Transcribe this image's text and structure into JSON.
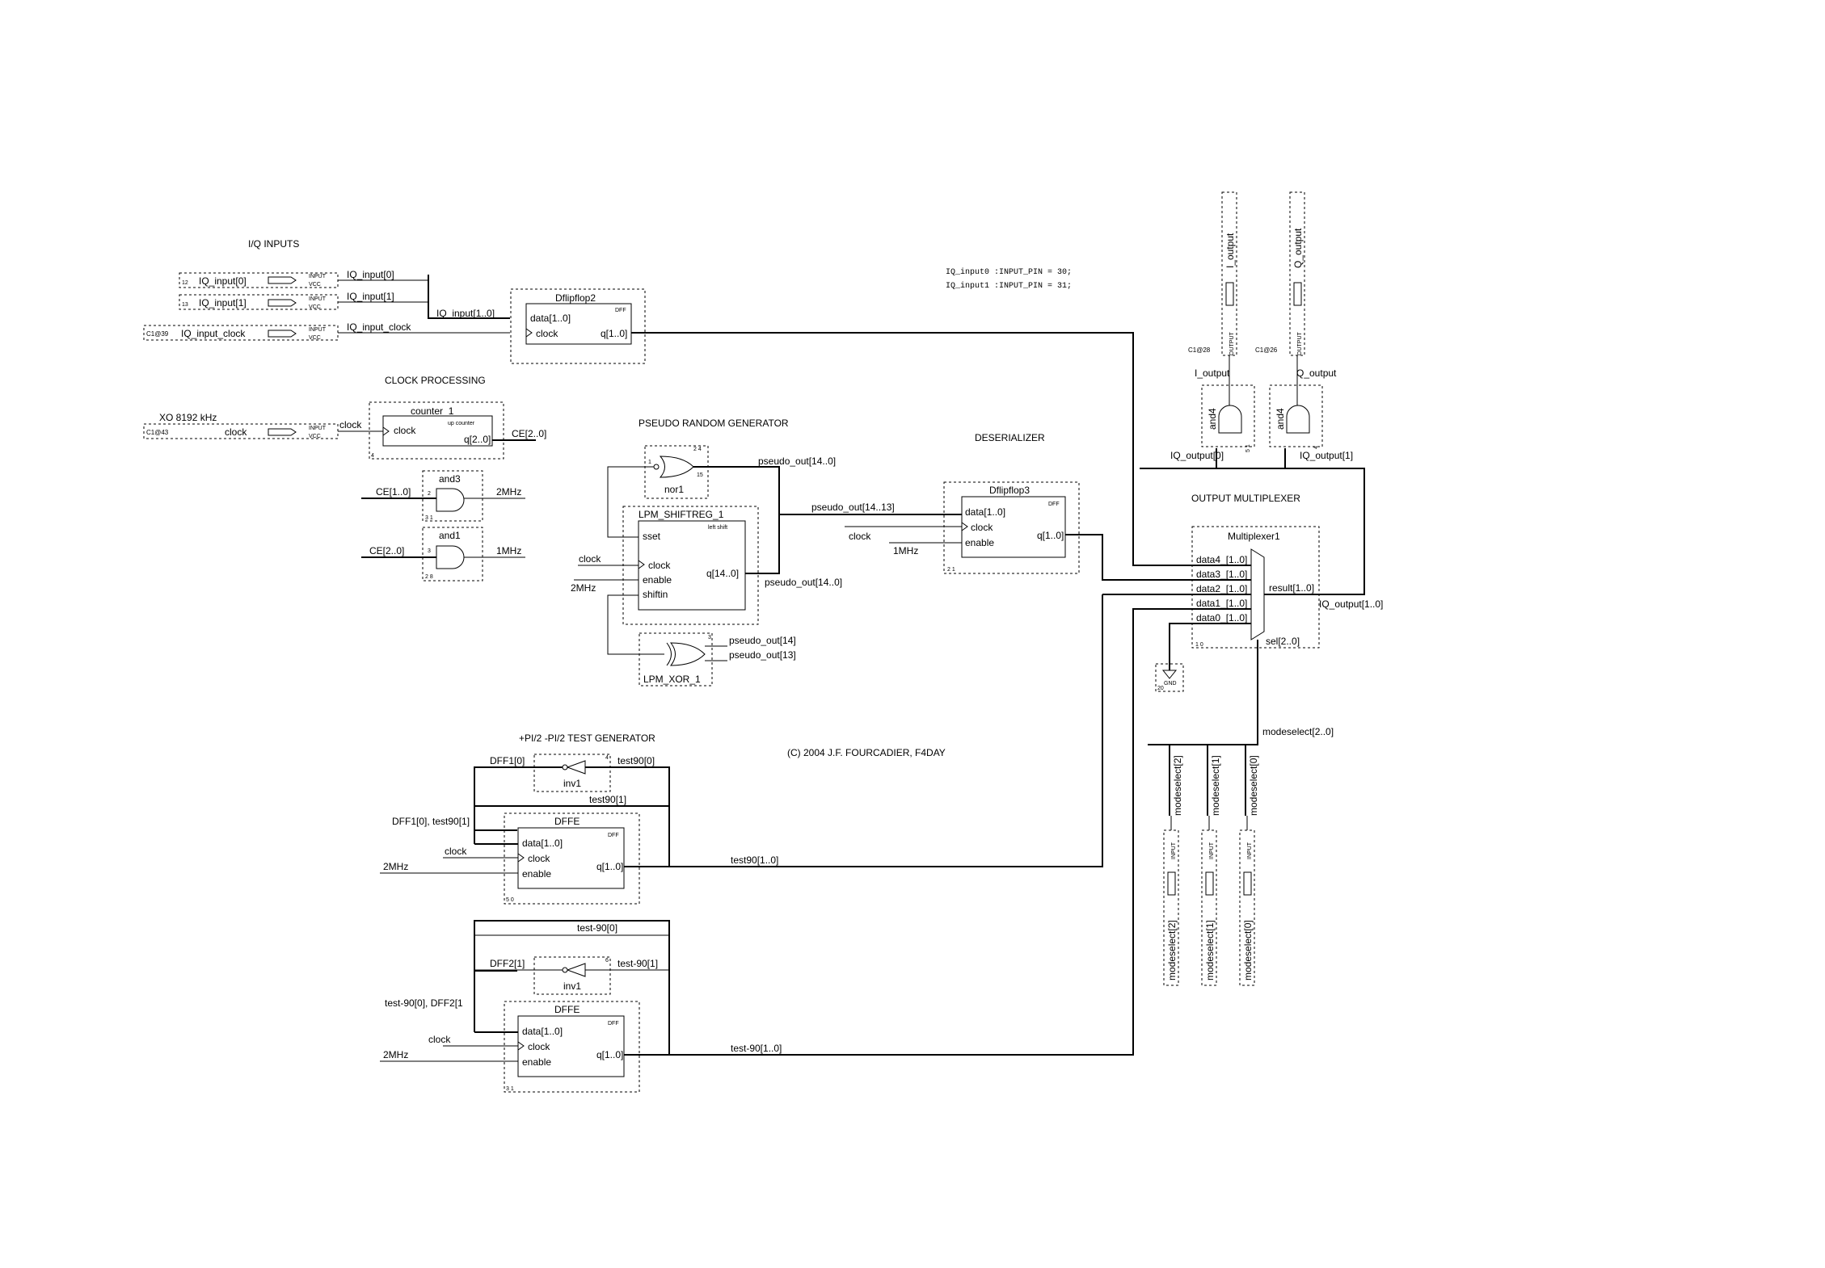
{
  "sections": {
    "iq_inputs": "I/Q INPUTS",
    "clock_processing": "CLOCK PROCESSING",
    "pseudo_random": "PSEUDO RANDOM GENERATOR",
    "deserializer": "DESERIALIZER",
    "output_mux": "OUTPUT MULTIPLEXER",
    "test_gen": "+PI/2 -PI/2 TEST GENERATOR",
    "copyright": "(C) 2004  J.F. FOURCADIER,  F4DAY"
  },
  "assignments": [
    "IQ_input0 :INPUT_PIN = 30;",
    "IQ_input1 :INPUT_PIN = 31;"
  ],
  "inputs": {
    "pin12": "12",
    "pin13": "13",
    "pin39": "C1@39",
    "pin43": "C1@43",
    "iq0": "IQ_input[0]",
    "iq1": "IQ_input[1]",
    "iqclk": "IQ_input_clock",
    "clock": "clock",
    "input_tag": "INPUT",
    "vcc_tag": "VCC",
    "xo": "XO 8192 kHz"
  },
  "nets": {
    "iq0": "IQ_input[0]",
    "iq1": "IQ_input[1]",
    "iq_bus": "IQ_input[1..0]",
    "iqclk": "IQ_input_clock",
    "clock_a": "clock",
    "ce": "CE[2..0]",
    "ce10": "CE[1..0]",
    "ce20": "CE[2..0]",
    "mhz2": "2MHz",
    "mhz1": "1MHz",
    "po": "pseudo_out[14..0]",
    "po1413": "pseudo_out[14..13]",
    "po14": "pseudo_out[14]",
    "po13": "pseudo_out[13]",
    "clock_b": "clock",
    "mhz2_b": "2MHz",
    "clock_c": "clock",
    "mhz1_c": "1MHz",
    "result": "IQ_output[1..0]",
    "modesel": "modeselect[2..0]",
    "iqo0": "IQ_output[0]",
    "iqo1": "IQ_output[1]",
    "i_out": "I_output",
    "q_out": "Q_output",
    "dff1_0": "DFF1[0]",
    "t90_0": "test90[0]",
    "t90_1": "test90[1]",
    "dff1_t90": "DFF1[0], test90[1]",
    "clock_d": "clock",
    "mhz2_d": "2MHz",
    "t90": "test90[1..0]",
    "tm90_0": "test-90[0]",
    "dff2_1": "DFF2[1]",
    "tm90_1": "test-90[1]",
    "tm90_dff2": "test-90[0], DFF2[1",
    "clock_e": "clock",
    "mhz2_e": "2MHz",
    "tm90": "test-90[1..0]"
  },
  "blocks": {
    "dff2": {
      "name": "Dflipflop2",
      "tag": "DFF",
      "p1": "data[1..0]",
      "p2": "clock",
      "p3": "q[1..0]"
    },
    "counter": {
      "name": "counter_1",
      "tag": "up counter",
      "p1": "clock",
      "p2": "q[2..0]",
      "pin": "4"
    },
    "and3": {
      "name": "and3",
      "pin": "2",
      "pinb": "3 1"
    },
    "and1": {
      "name": "and1",
      "pin": "3",
      "pinb": "2 8"
    },
    "nor1": {
      "name": "nor1",
      "pin_a": "2 4",
      "pin_b": "1",
      "pin_c": "15"
    },
    "shiftreg": {
      "name": "LPM_SHIFTREG_1",
      "tag": "left shift",
      "p1": "sset",
      "p2": "clock",
      "p3": "enable",
      "p4": "shiftin",
      "p5": "q[14..0]"
    },
    "xor": {
      "name": "LPM_XOR_1",
      "pin": "3"
    },
    "dff3": {
      "name": "Dflipflop3",
      "tag": "DFF",
      "p1": "data[1..0]",
      "p2": "clock",
      "p3": "enable",
      "p4": "q[1..0]",
      "pin": "2 1"
    },
    "mux": {
      "name": "Multiplexer1",
      "d4": "data4_[1..0]",
      "d3": "data3_[1..0]",
      "d2": "data2_[1..0]",
      "d1": "data1_[1..0]",
      "d0": "data0_[1..0]",
      "result": "result[1..0]",
      "sel": "sel[2..0]",
      "pin": "1 0"
    },
    "gnd": {
      "label": "GND",
      "pin": "20"
    },
    "and4_a": {
      "name": "and4",
      "pin": "5 1"
    },
    "and4_b": {
      "name": "and4",
      "pin": "4"
    },
    "inv1_a": {
      "name": "inv1",
      "pin": "4"
    },
    "dffe_a": {
      "name": "DFFE",
      "tag": "DFF",
      "p1": "data[1..0]",
      "p2": "clock",
      "p3": "enable",
      "p4": "q[1..0]",
      "pin": "5 0"
    },
    "inv1_b": {
      "name": "inv1",
      "pin": "6"
    },
    "dffe_b": {
      "name": "DFFE",
      "tag": "DFF",
      "p1": "data[1..0]",
      "p2": "clock",
      "p3": "enable",
      "p4": "q[1..0]",
      "pin": "3 1"
    }
  },
  "outputs": {
    "i_pin": "I_output",
    "q_pin": "Q_output",
    "i_loc": "C1@28",
    "q_loc": "C1@26",
    "out_tag": "OUTPUT",
    "ms2": "modeselect[2]",
    "ms1": "modeselect[1]",
    "ms0": "modeselect[0]",
    "ms2b": "modeselect[2]",
    "ms1b": "modeselect[1]",
    "ms0b": "modeselect[0]",
    "in_tag": "INPUT"
  }
}
